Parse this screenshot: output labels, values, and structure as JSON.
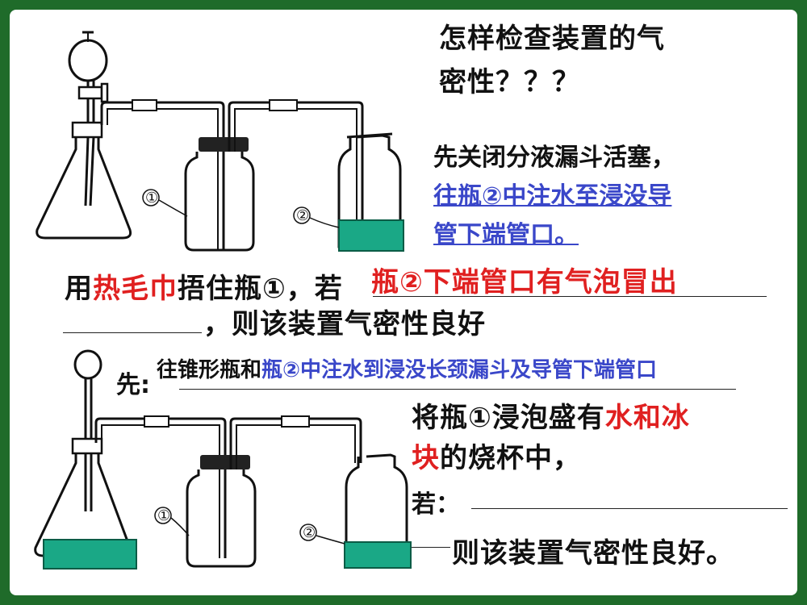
{
  "title": "怎样检查装置的气密性？？？",
  "title_line1": "怎样检查装置的气",
  "title_line2": "密性？？？",
  "step1": {
    "line1": "先关闭分液漏斗活塞，",
    "line2": "往瓶②中注水至浸没导",
    "line3": "管下端管口。"
  },
  "step2": {
    "prefix": "用",
    "hot_towel": "热毛巾",
    "middle": "捂住瓶①，若",
    "answer": "瓶②下端管口有气泡冒出",
    "suffix": "，则该装置气密性良好"
  },
  "step3": {
    "first": "先:",
    "answer": "往锥形瓶和瓶②中注水到浸没长颈漏斗及导管下端管口",
    "answer_part1": "往锥形瓶和",
    "answer_part2": "瓶②中注水到浸没长颈漏斗及导管下端管口"
  },
  "step4": {
    "line1_prefix": "将瓶①浸泡盛有",
    "ice_water": "水和冰",
    "line2_red": "块",
    "line2_rest": "的烧杯中，",
    "if_label": "若：",
    "conclusion": "则该装置气密性良好。"
  },
  "diagram": {
    "label_bottle1": "①",
    "label_bottle2": "②"
  },
  "colors": {
    "frame": "#1f6b2a",
    "water": "#1aa886",
    "answer_blue": "#3a47c9",
    "emphasis_red": "#e02020"
  }
}
